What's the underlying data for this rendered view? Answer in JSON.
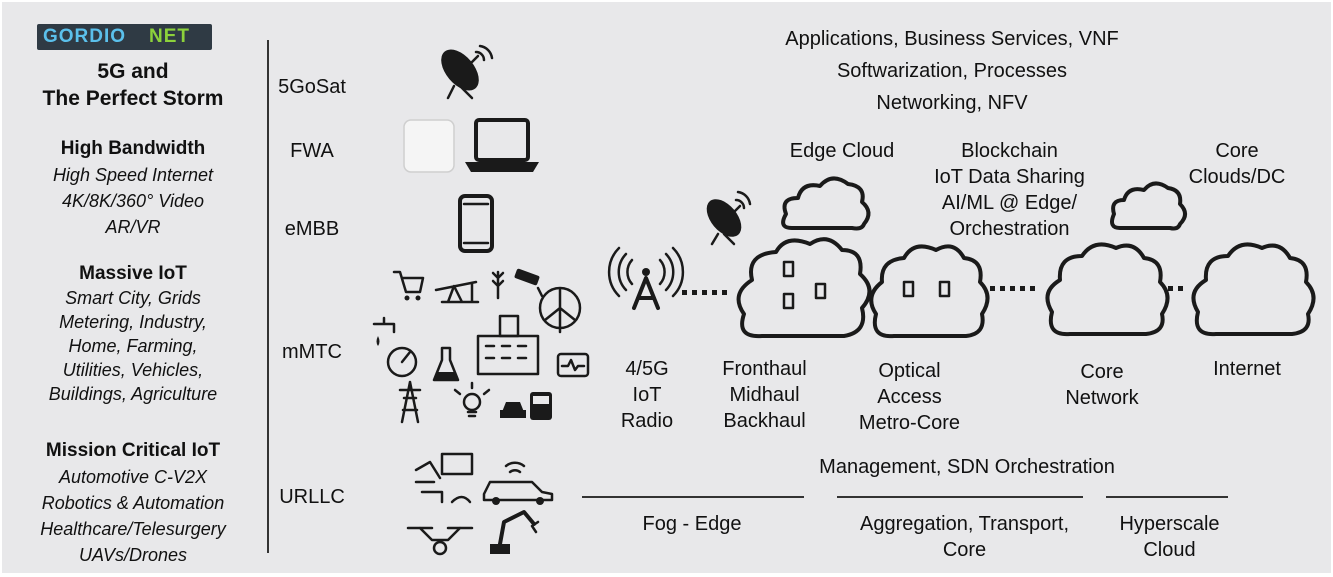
{
  "logo": {
    "part1": "GORDIO",
    "part2": "NET"
  },
  "left": {
    "title_line1": "5G and",
    "title_line2": "The Perfect Storm",
    "high_bandwidth": {
      "heading": "High Bandwidth",
      "items": [
        "High Speed Internet",
        "4K/8K/360° Video",
        "AR/VR"
      ]
    },
    "massive_iot": {
      "heading": "Massive IoT",
      "items": [
        "Smart City, Grids",
        "Metering, Industry,",
        "Home, Farming,",
        "Utilities, Vehicles,",
        "Buildings, Agriculture"
      ]
    },
    "mission_critical": {
      "heading": "Mission Critical IoT",
      "items": [
        "Automotive C-V2X",
        "Robotics & Automation",
        "Healthcare/Telesurgery",
        "UAVs/Drones"
      ]
    }
  },
  "categories": [
    "5GoSat",
    "FWA",
    "eMBB",
    "mMTC",
    "URLLC"
  ],
  "top_text": [
    "Applications, Business Services, VNF",
    "Softwarization, Processes",
    "Networking, NFV"
  ],
  "edge_cloud": "Edge Cloud",
  "blockchain": [
    "Blockchain",
    "IoT Data Sharing",
    "AI/ML @ Edge/",
    "Orchestration"
  ],
  "core_clouds": [
    "Core",
    "Clouds/DC"
  ],
  "bottom_labels": {
    "radio": [
      "4/5G",
      "IoT",
      "Radio"
    ],
    "haul": [
      "Fronthaul",
      "Midhaul",
      "Backhaul"
    ],
    "optical": [
      "Optical",
      "Access",
      "Metro-Core"
    ],
    "core": [
      "Core",
      "Network"
    ],
    "internet": "Internet"
  },
  "management": "Management, SDN Orchestration",
  "tiers": {
    "fog": "Fog - Edge",
    "aggregation": [
      "Aggregation, Transport,",
      "Core"
    ],
    "hyperscale": [
      "Hyperscale",
      "Cloud"
    ]
  }
}
